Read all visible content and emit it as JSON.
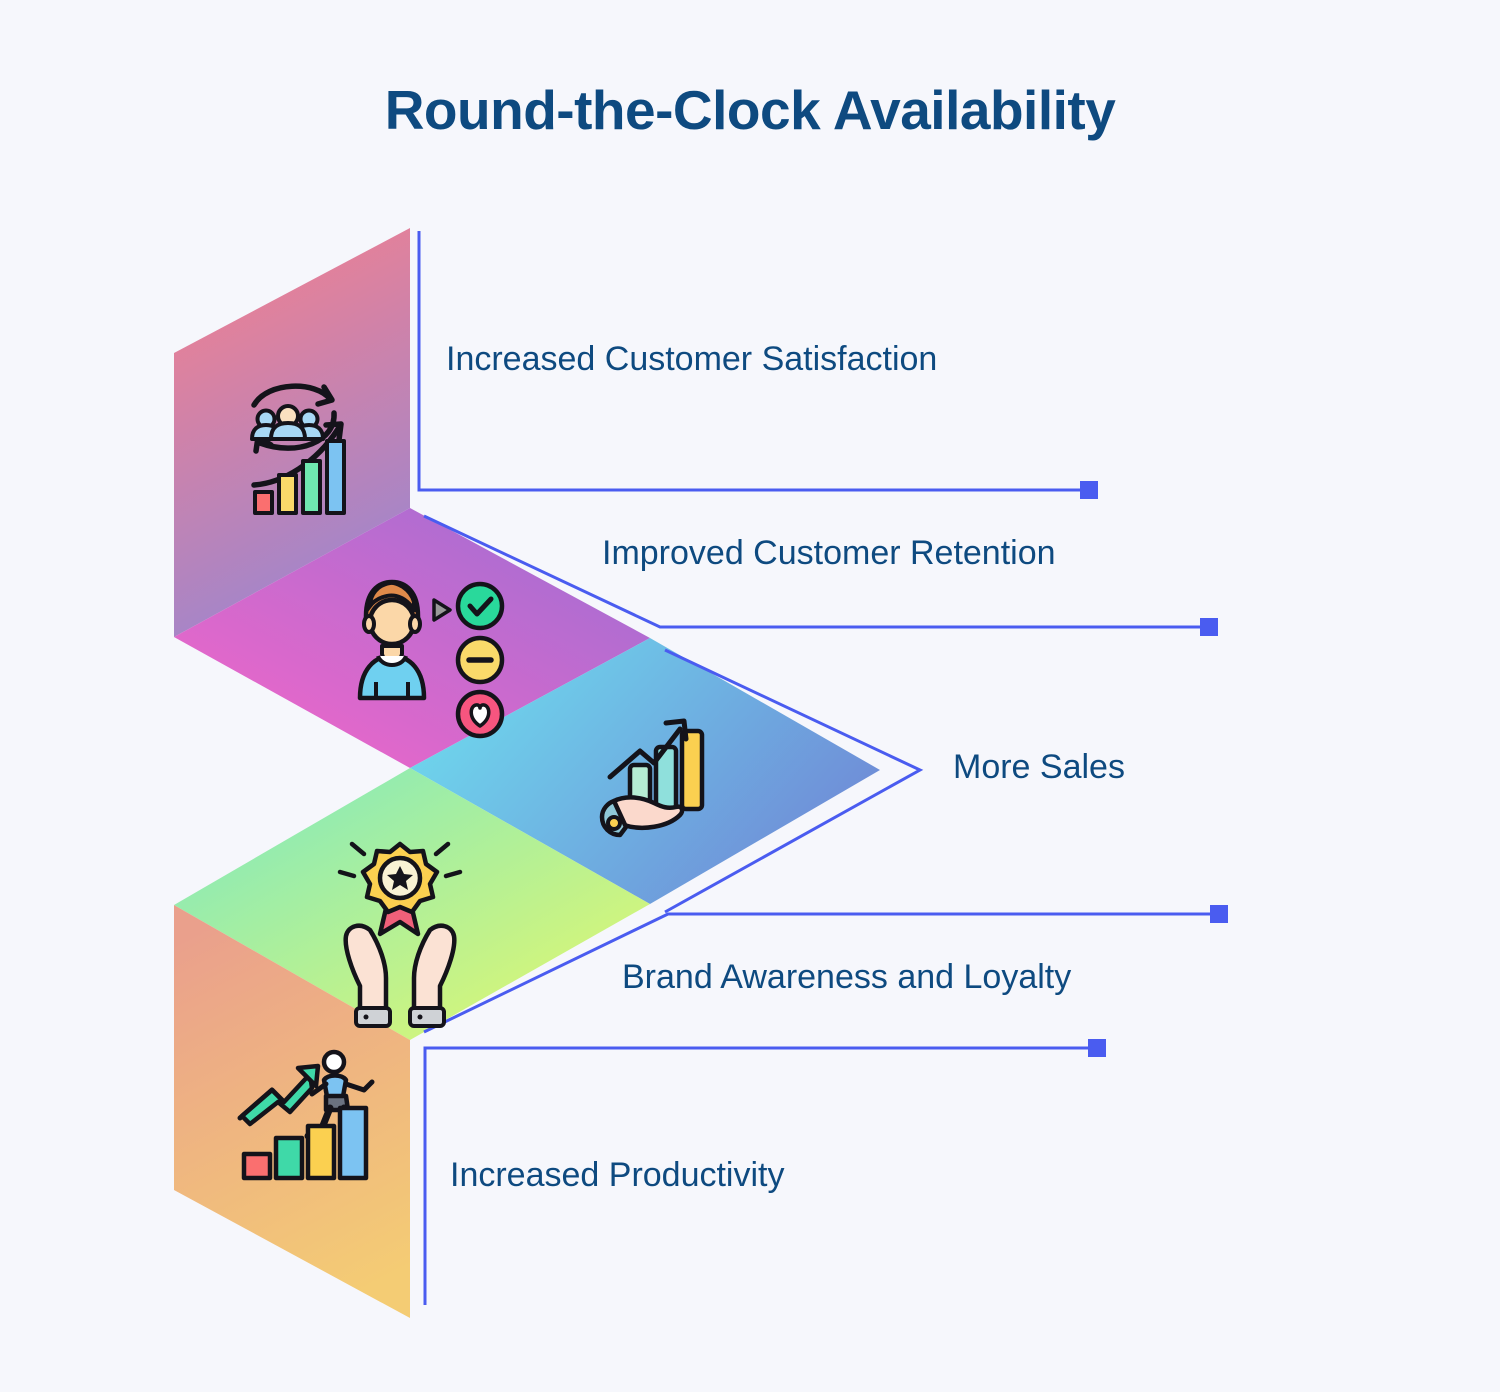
{
  "header": {
    "title": "Round-the-Clock Availability",
    "title_color": "#0e4a80"
  },
  "theme": {
    "background": "#f6f7fc",
    "text_color": "#0e4a80",
    "connector_color": "#4a5cf0",
    "marker_color": "#4a5cf0"
  },
  "steps": [
    {
      "id": "increased-customer-satisfaction",
      "label": "Increased Customer Satisfaction",
      "icon": "people-growth-chart-icon",
      "gradient_from": "#f2808f",
      "gradient_to": "#9b86d0",
      "marker": true
    },
    {
      "id": "improved-customer-retention",
      "label": "Improved Customer Retention",
      "icon": "customer-feedback-icon",
      "gradient_from": "#f765c8",
      "gradient_to": "#9b6fd4",
      "marker": true
    },
    {
      "id": "more-sales",
      "label": "More Sales",
      "icon": "hand-holding-growth-icon",
      "gradient_from": "#6de3f0",
      "gradient_to": "#6f8fd8",
      "marker": false
    },
    {
      "id": "brand-awareness-and-loyalty",
      "label": "Brand Awareness and Loyalty",
      "icon": "hands-award-badge-icon",
      "gradient_from": "#7be8c4",
      "gradient_to": "#e8f86a",
      "marker": true
    },
    {
      "id": "increased-productivity",
      "label": "Increased Productivity",
      "icon": "person-climbing-bars-icon",
      "gradient_from": "#eaa08c",
      "gradient_to": "#f4cc74",
      "marker": true
    }
  ]
}
